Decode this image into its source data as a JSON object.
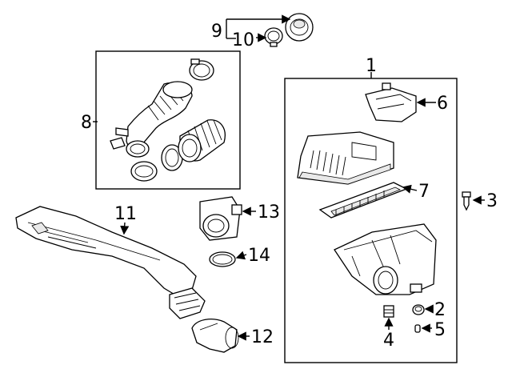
{
  "diagram": {
    "callouts": [
      {
        "id": "1",
        "text": "1"
      },
      {
        "id": "2",
        "text": "2"
      },
      {
        "id": "3",
        "text": "3"
      },
      {
        "id": "4",
        "text": "4"
      },
      {
        "id": "5",
        "text": "5"
      },
      {
        "id": "6",
        "text": "6"
      },
      {
        "id": "7",
        "text": "7"
      },
      {
        "id": "8",
        "text": "8"
      },
      {
        "id": "9",
        "text": "9"
      },
      {
        "id": "10",
        "text": "10"
      },
      {
        "id": "11",
        "text": "11"
      },
      {
        "id": "12",
        "text": "12"
      },
      {
        "id": "13",
        "text": "13"
      },
      {
        "id": "14",
        "text": "14"
      }
    ],
    "colors": {
      "line": "#000000",
      "background": "#ffffff",
      "shade": "#e9e9e9"
    }
  }
}
